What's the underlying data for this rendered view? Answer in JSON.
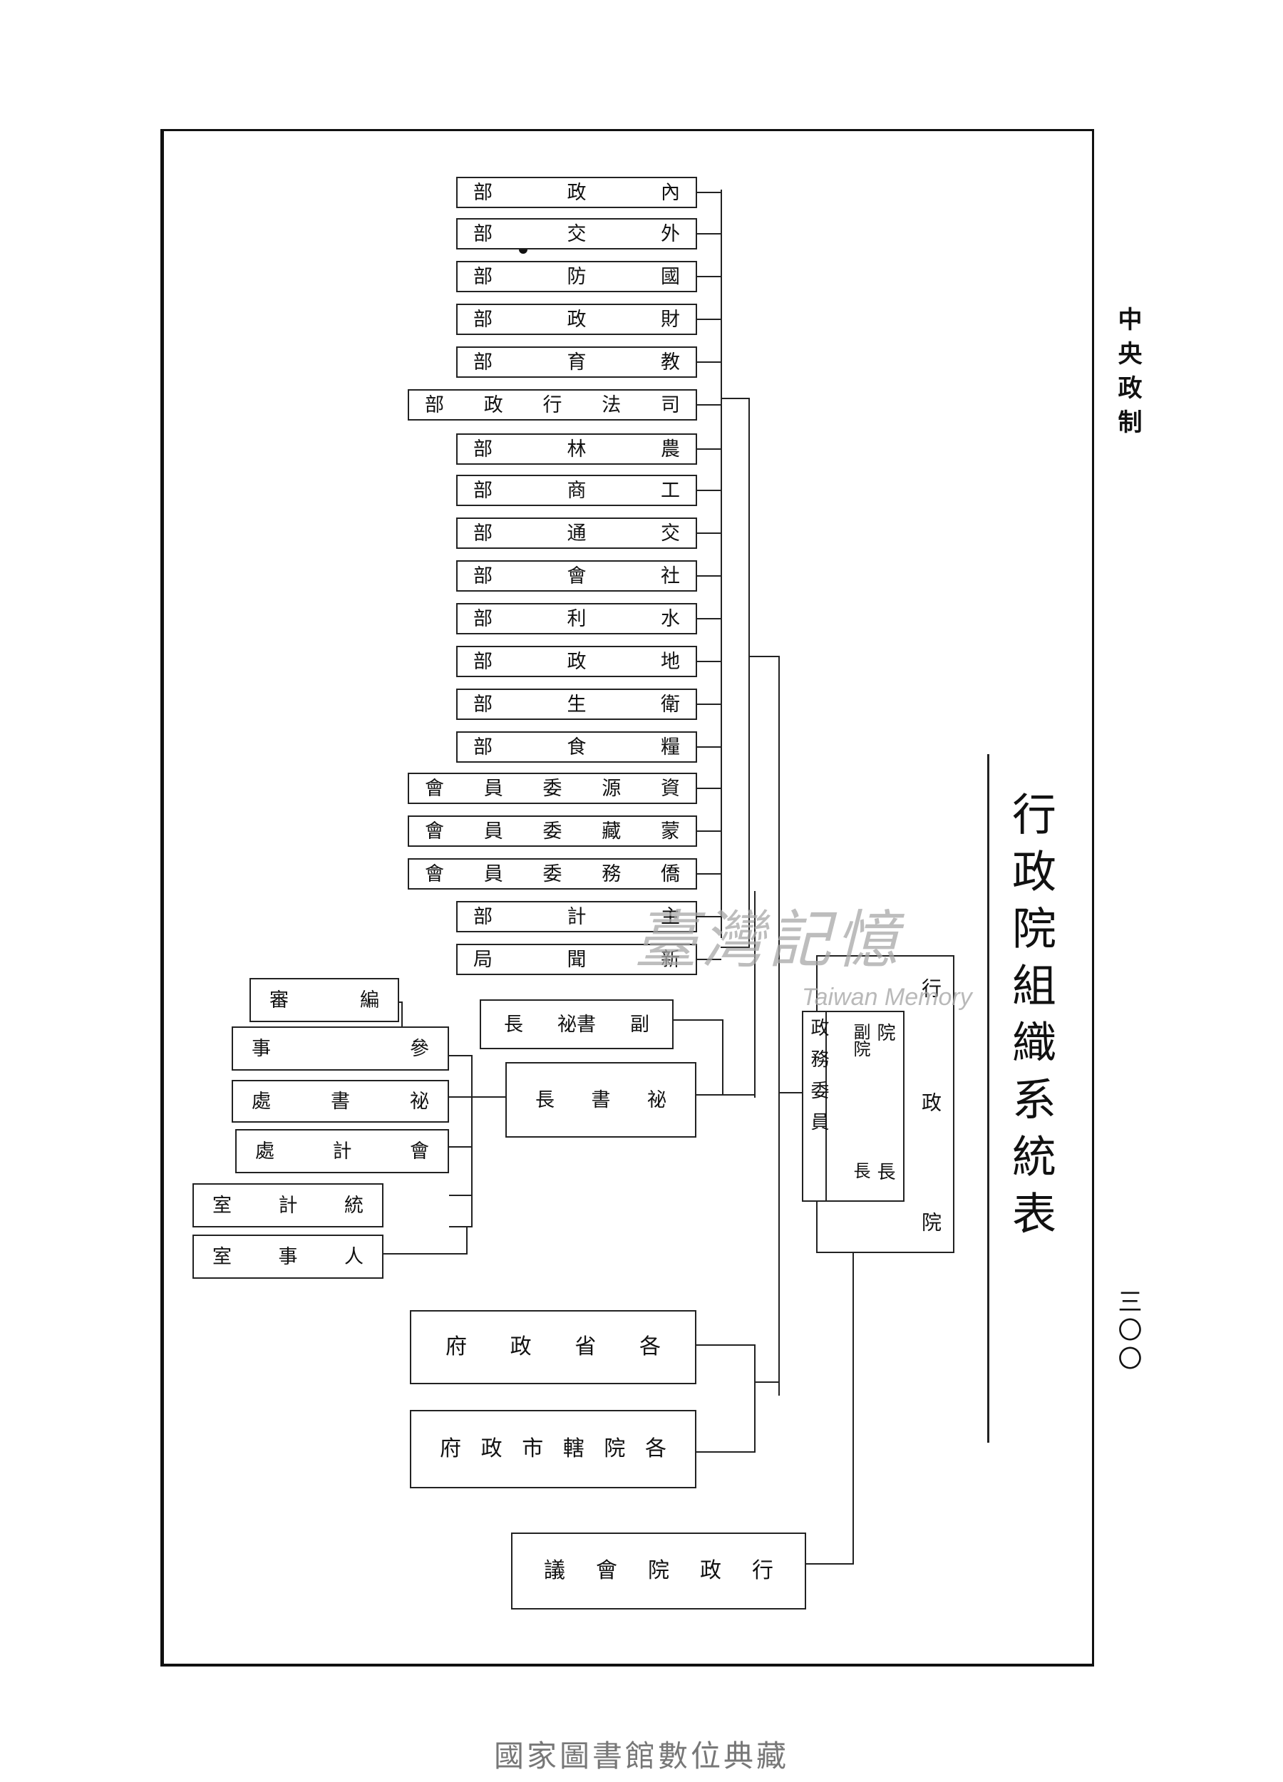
{
  "header": {
    "section": "中央政制",
    "page_number": "三〇〇"
  },
  "title": "行政院組織系統表",
  "root": {
    "top": "行",
    "middle": "政",
    "bottom": "院"
  },
  "leadership": {
    "col1_a": "院",
    "col1_b": "長",
    "col2_a": "副院",
    "col2_b": "長",
    "col3": "政務委員"
  },
  "secretary_general": {
    "a": "祕",
    "b": "書",
    "c": "長"
  },
  "deputy_secretary": {
    "a": "副",
    "b": "祕書",
    "c": "長"
  },
  "council": [
    "行",
    "政",
    "院",
    "會",
    "議"
  ],
  "provincial": [
    "各",
    "省",
    "政",
    "府"
  ],
  "municipal": [
    "各",
    "院",
    "轄",
    "市",
    "政",
    "府"
  ],
  "ministries": [
    [
      "內",
      "政",
      "部"
    ],
    [
      "外",
      "交",
      "部"
    ],
    [
      "國",
      "防",
      "部"
    ],
    [
      "財",
      "政",
      "部"
    ],
    [
      "教",
      "育",
      "部"
    ],
    [
      "司",
      "法",
      "行",
      "政",
      "部"
    ],
    [
      "農",
      "林",
      "部"
    ],
    [
      "工",
      "商",
      "部"
    ],
    [
      "交",
      "通",
      "部"
    ],
    [
      "社",
      "會",
      "部"
    ],
    [
      "水",
      "利",
      "部"
    ],
    [
      "地",
      "政",
      "部"
    ],
    [
      "衛",
      "生",
      "部"
    ],
    [
      "糧",
      "食",
      "部"
    ],
    [
      "資",
      "源",
      "委",
      "員",
      "會"
    ],
    [
      "蒙",
      "藏",
      "委",
      "員",
      "會"
    ],
    [
      "僑",
      "務",
      "委",
      "員",
      "會"
    ],
    [
      "主",
      "計",
      "部"
    ],
    [
      "新",
      "聞",
      "局"
    ]
  ],
  "offices": [
    [
      "編",
      "審"
    ],
    [
      "參",
      "事"
    ],
    [
      "祕",
      "書",
      "處"
    ],
    [
      "會",
      "計",
      "處"
    ],
    [
      "統",
      "計",
      "室"
    ],
    [
      "人",
      "事",
      "室"
    ]
  ],
  "watermark": {
    "cn": "臺灣記憶",
    "en": "Taiwan Memory"
  },
  "footer": "國家圖書館數位典藏"
}
